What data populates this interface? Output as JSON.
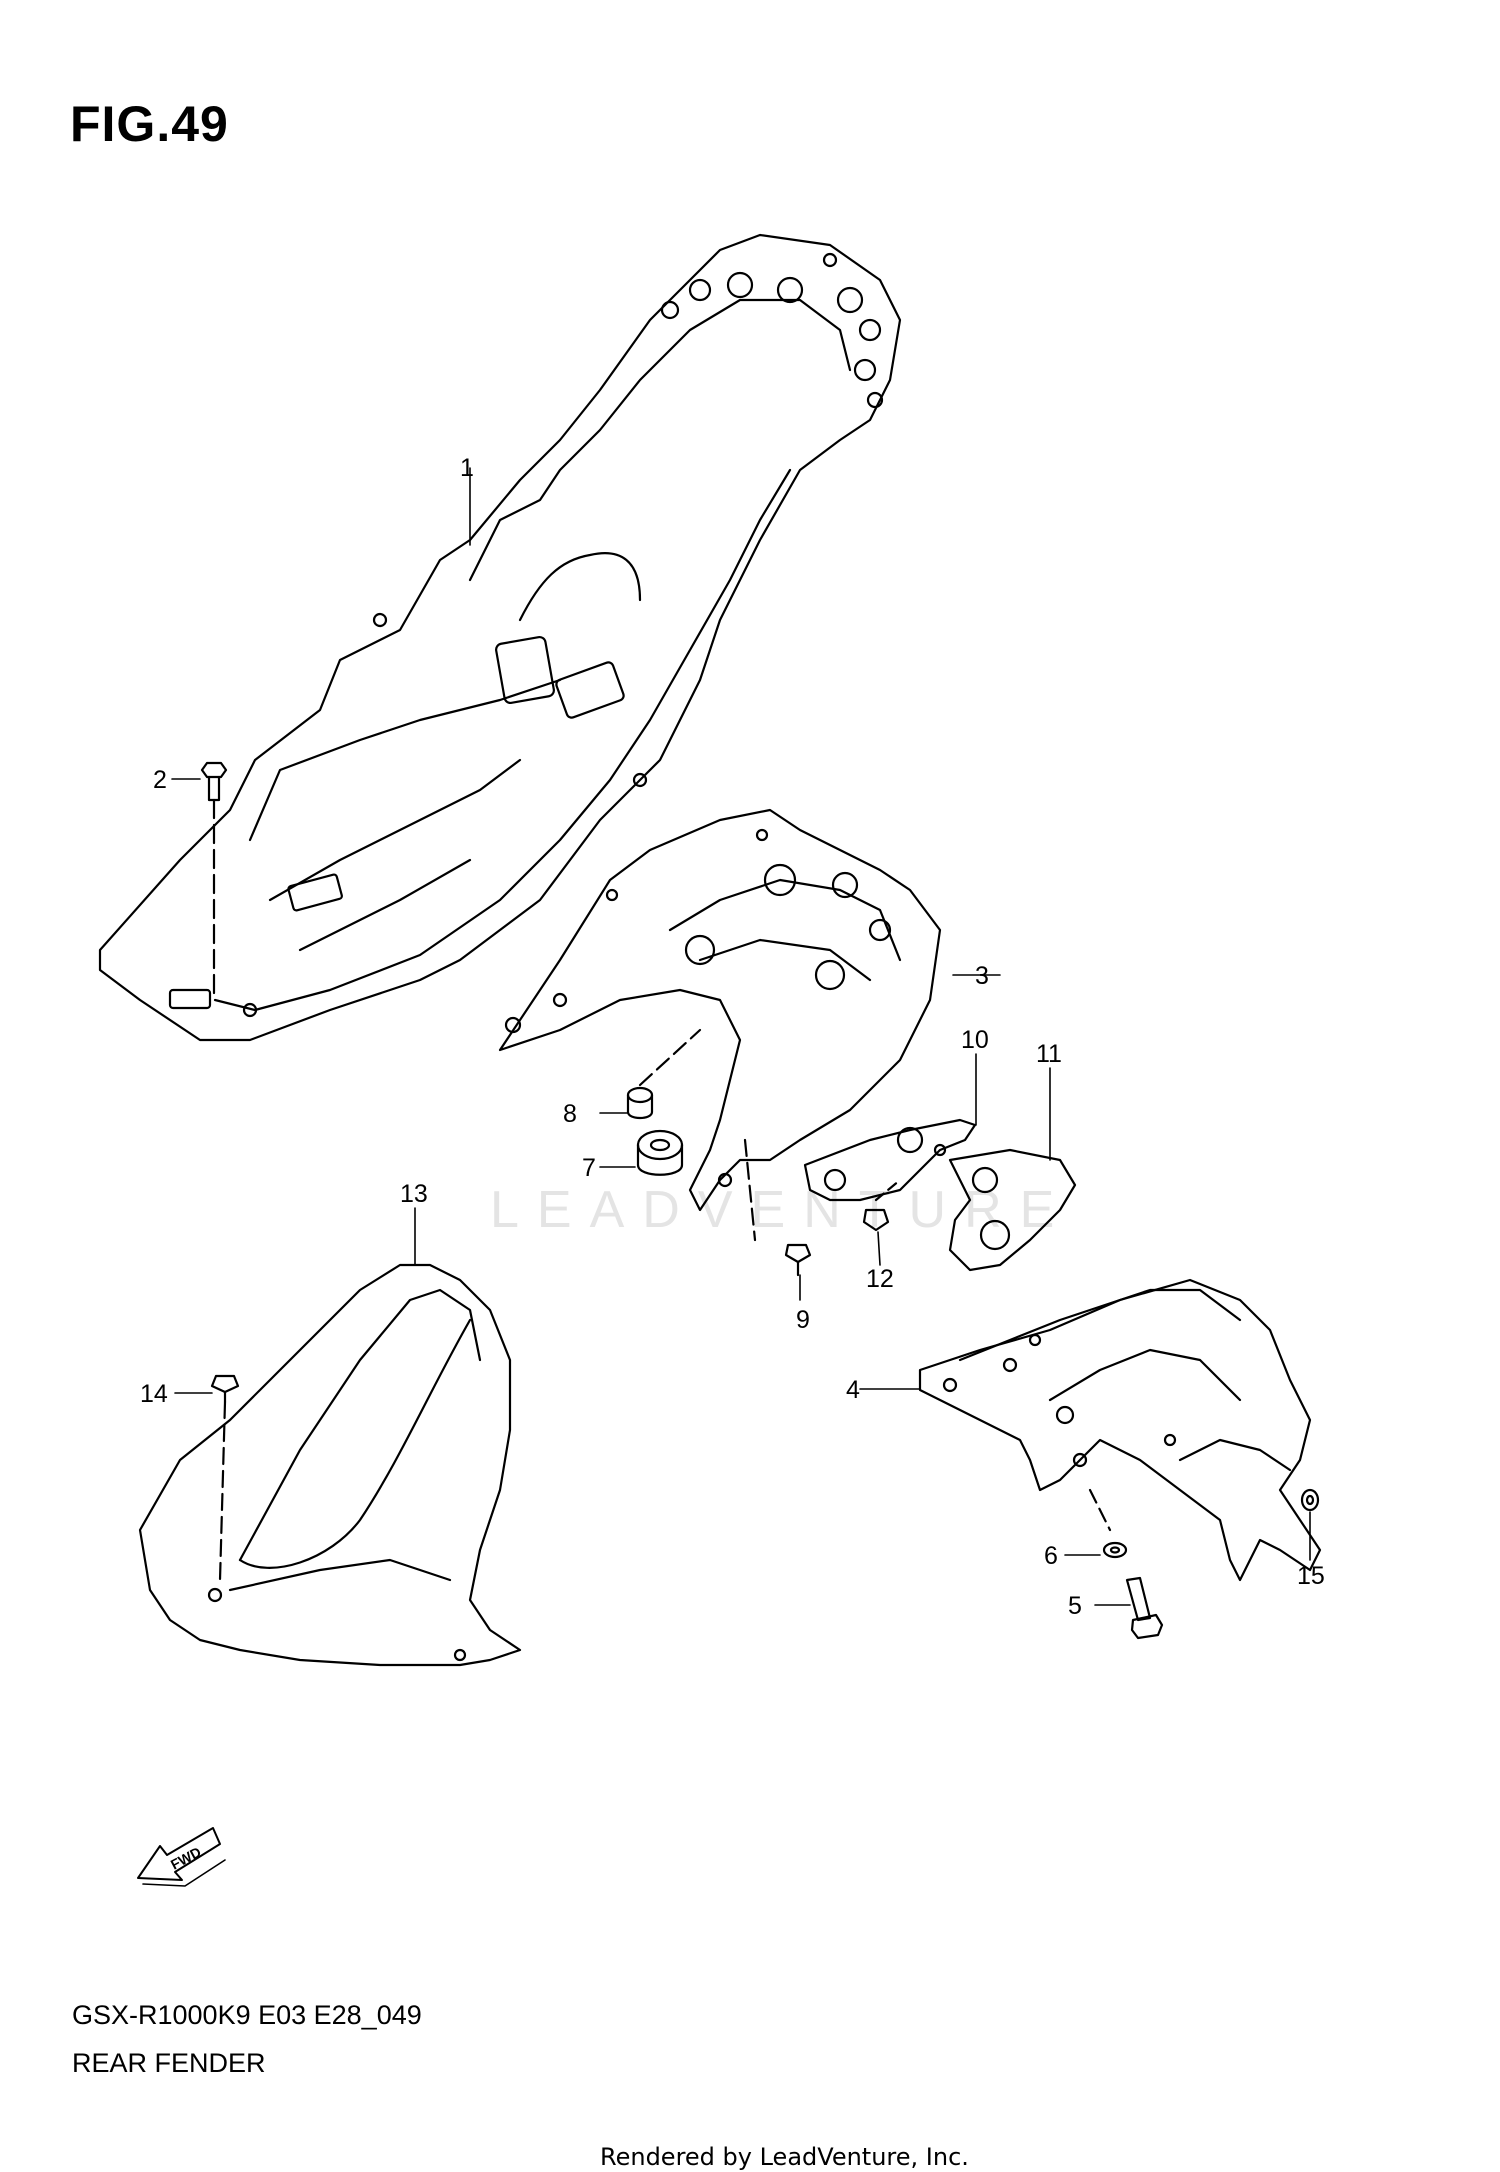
{
  "figure": {
    "title": "FIG.49",
    "model_code": "GSX-R1000K9 E03 E28_049",
    "caption": "REAR FENDER",
    "footer": "Rendered by LeadVenture, Inc.",
    "watermark": "LEADVENTURE"
  },
  "callouts": [
    "1",
    "2",
    "3",
    "4",
    "5",
    "6",
    "7",
    "8",
    "9",
    "10",
    "11",
    "12",
    "13",
    "14",
    "15"
  ],
  "icons": {
    "fwd_arrow": "fwd-direction-arrow-icon",
    "fwd_label": "FWD"
  },
  "colors": {
    "line": "#000000",
    "watermark": "#e4e4e4",
    "background": "#ffffff"
  }
}
